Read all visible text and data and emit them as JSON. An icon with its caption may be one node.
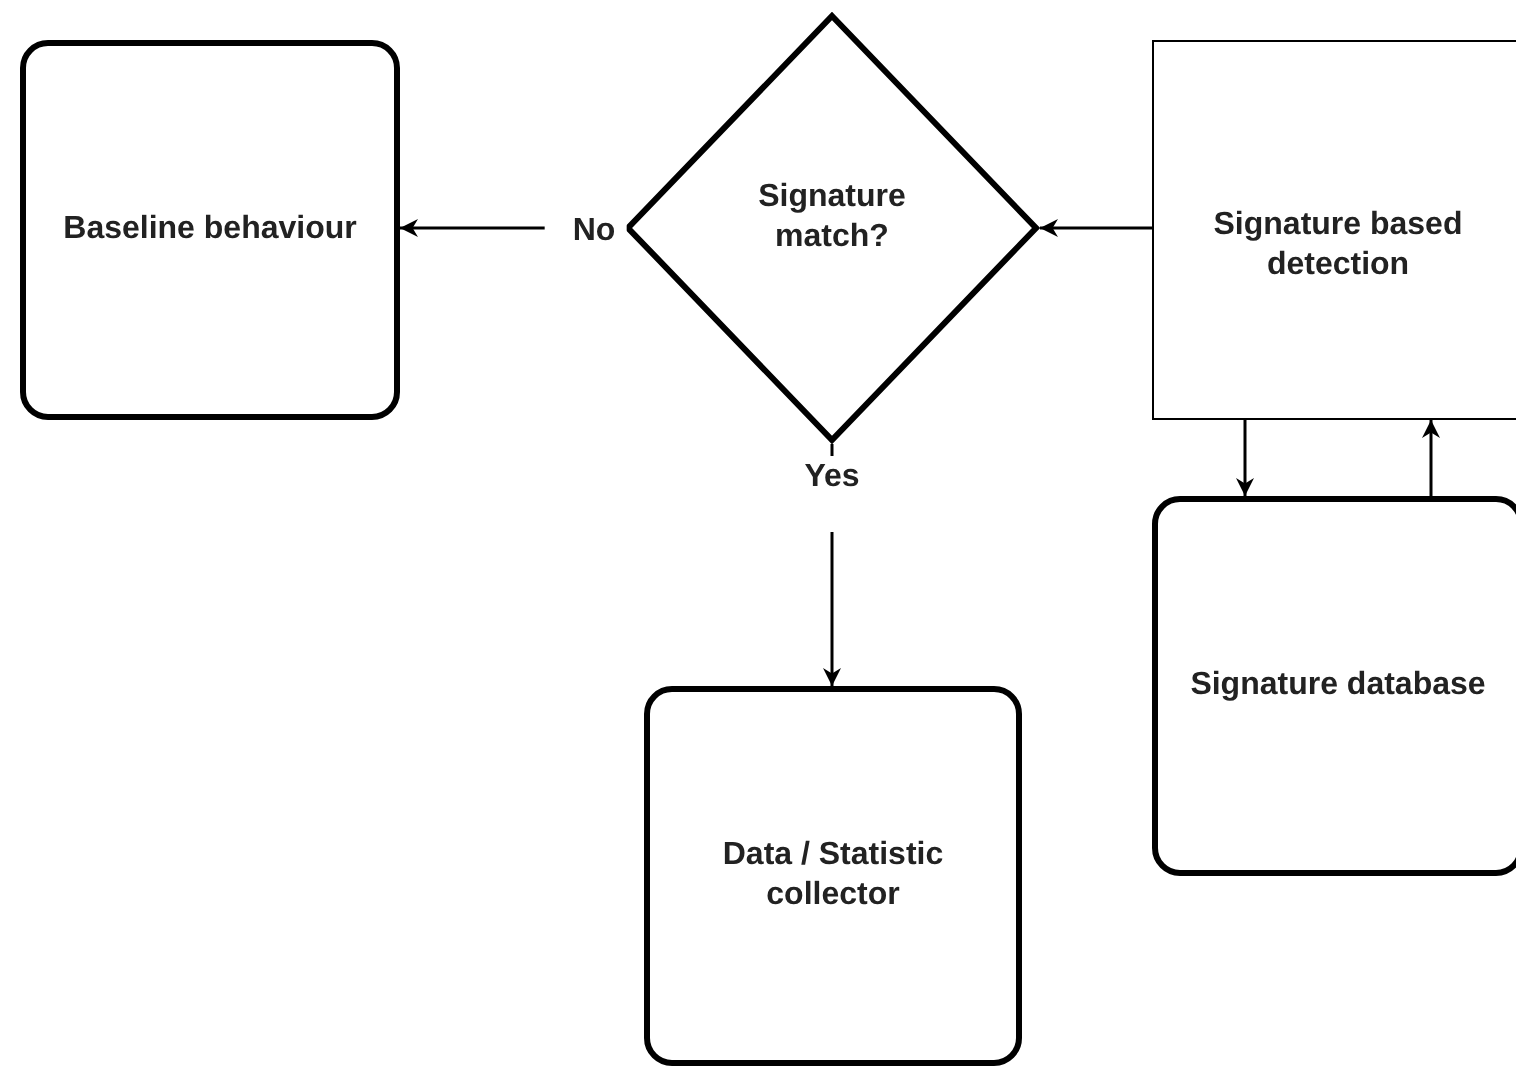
{
  "diagram": {
    "nodes": [
      {
        "text": [
          "Baseline behaviour"
        ]
      },
      {
        "text": [
          "Signature match?"
        ]
      },
      {
        "text": [
          "Signature based detection"
        ]
      },
      {
        "text": [
          "Signature database"
        ]
      },
      {
        "text": [
          "Data / Statistic collector"
        ]
      }
    ],
    "edges": [
      {
        "from": 2,
        "to": 1,
        "arrow": "to"
      },
      {
        "from": 1,
        "to": 0,
        "arrow": "to",
        "label": "No"
      },
      {
        "from": 1,
        "to": 4,
        "arrow": "to",
        "label": "Yes"
      },
      {
        "from": 2,
        "to": 3,
        "arrow": "to"
      },
      {
        "from": 3,
        "to": 2,
        "arrow": "to"
      }
    ]
  }
}
